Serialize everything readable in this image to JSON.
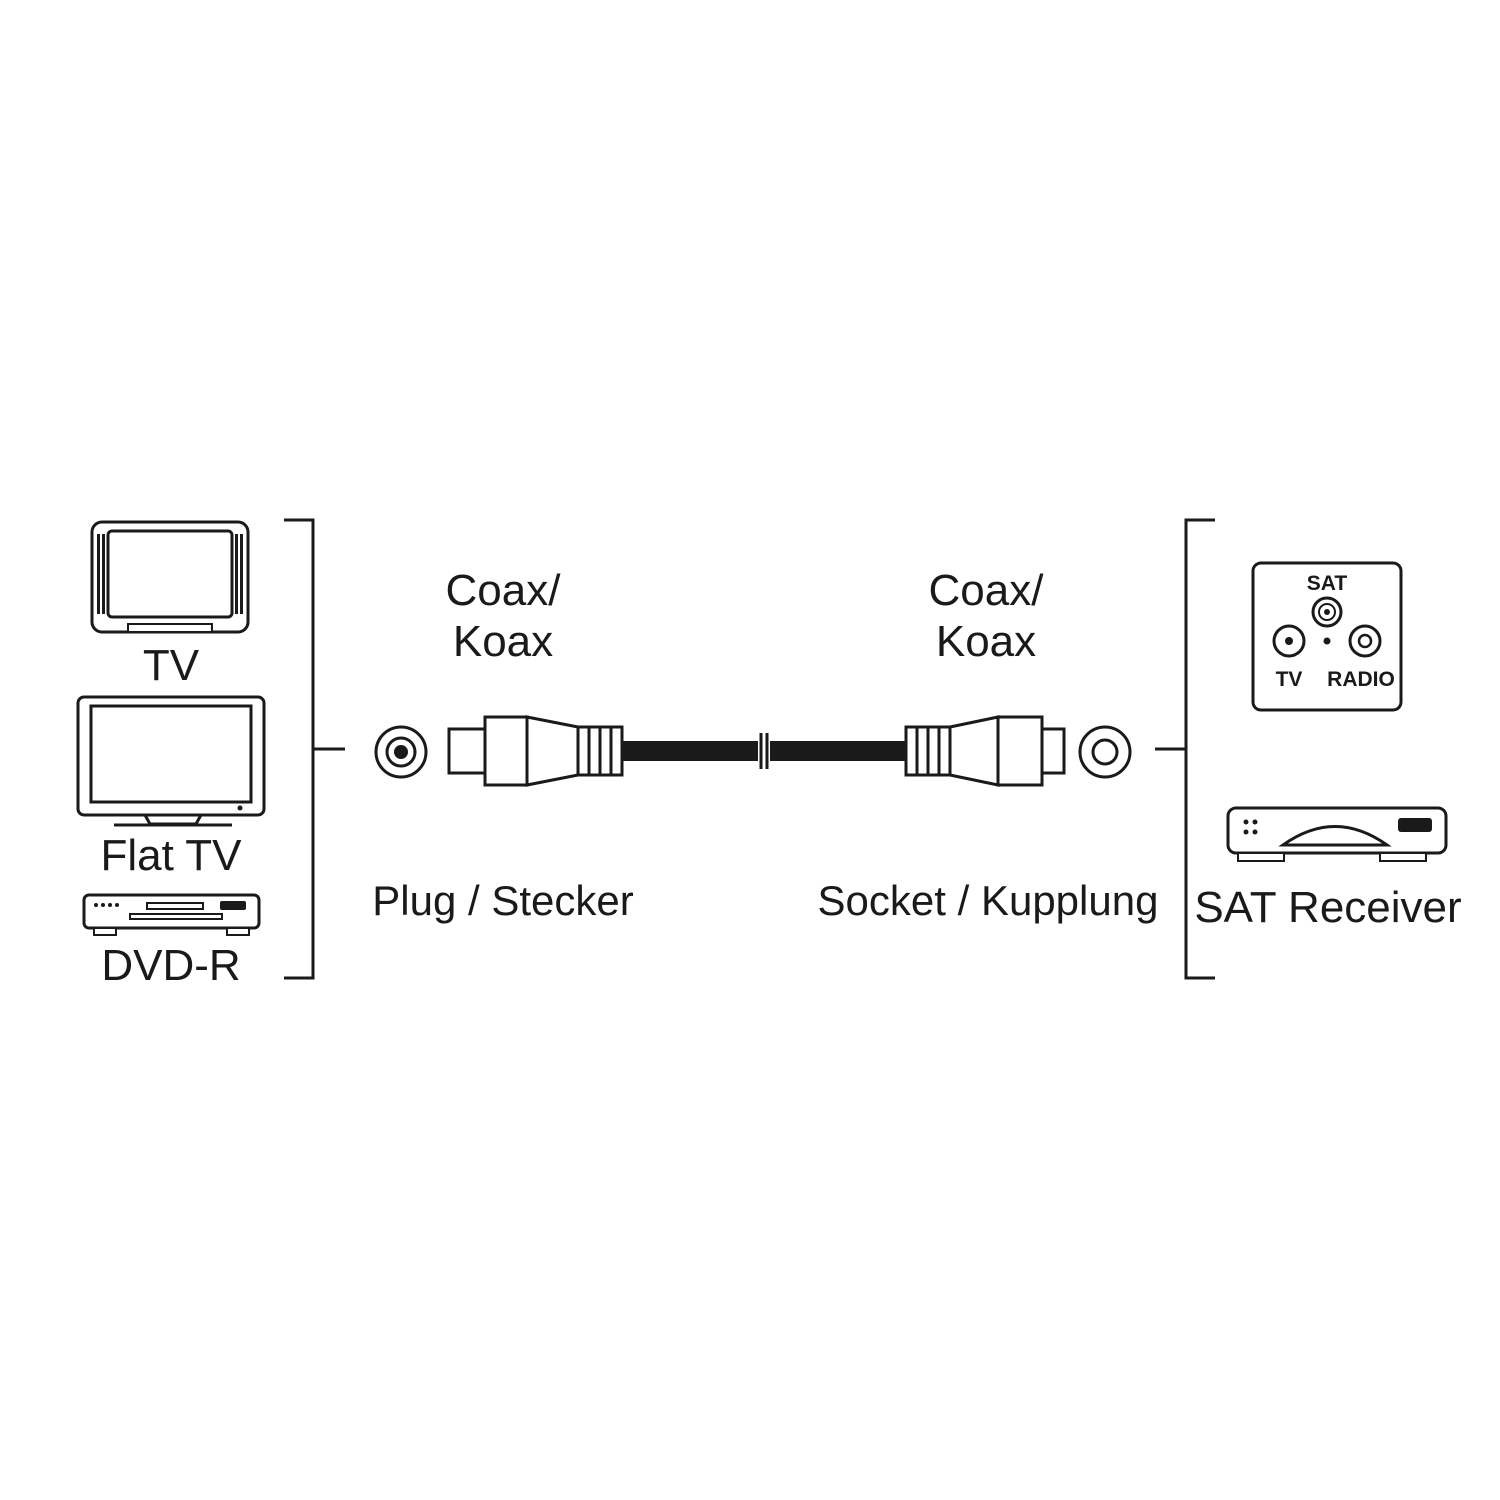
{
  "devices_left": {
    "tv": {
      "label": "TV",
      "icon": "crt-tv-icon"
    },
    "flat_tv": {
      "label": "Flat TV",
      "icon": "flat-tv-icon"
    },
    "dvd_r": {
      "label": "DVD-R",
      "icon": "dvd-recorder-icon"
    }
  },
  "cable": {
    "left_type": [
      "Coax/",
      "Koax"
    ],
    "right_type": [
      "Coax/",
      "Koax"
    ],
    "left_end": "Plug / Stecker",
    "right_end": "Socket / Kupplung"
  },
  "devices_right": {
    "wall_socket": {
      "icon": "wall-socket-icon",
      "sat_label": "SAT",
      "tv_label": "TV",
      "radio_label": "RADIO"
    },
    "sat_receiver": {
      "label": "SAT Receiver",
      "icon": "sat-receiver-icon"
    }
  }
}
